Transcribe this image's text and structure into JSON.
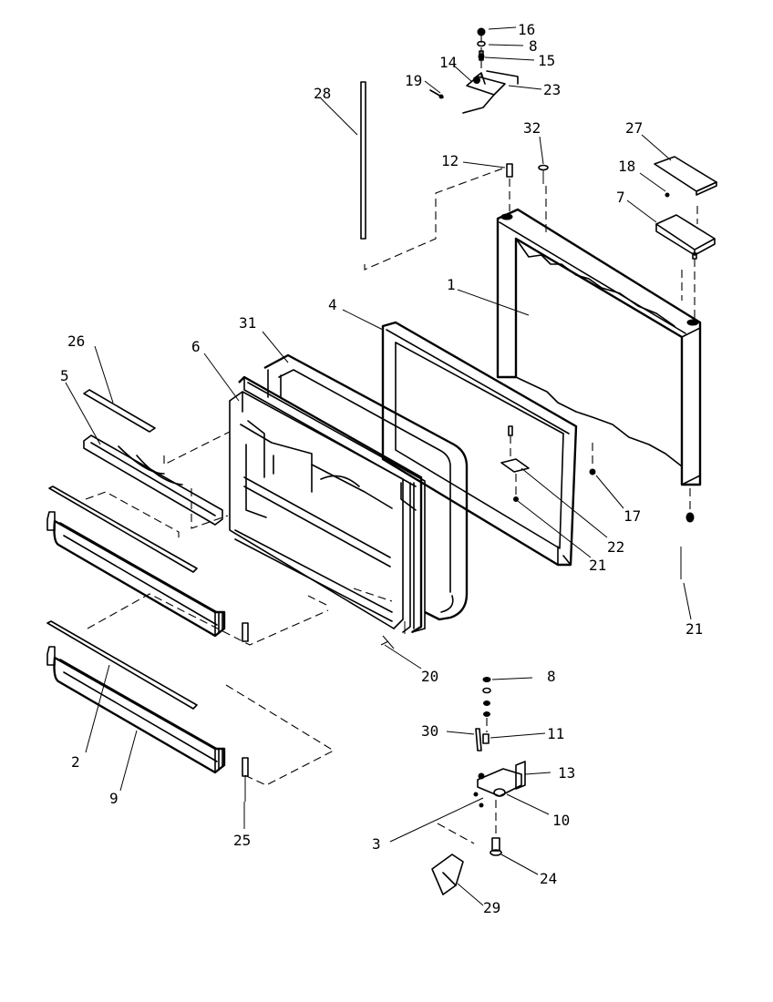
{
  "callouts": {
    "p1": "1",
    "p2": "2",
    "p3": "3",
    "p4": "4",
    "p5": "5",
    "p6": "6",
    "p7": "7",
    "p8a": "8",
    "p8b": "8",
    "p9": "9",
    "p10": "10",
    "p11": "11",
    "p12": "12",
    "p13": "13",
    "p14": "14",
    "p15": "15",
    "p16": "16",
    "p17": "17",
    "p18": "18",
    "p19": "19",
    "p20": "20",
    "p21a": "21",
    "p21b": "21",
    "p22": "22",
    "p23": "23",
    "p24": "24",
    "p25": "25",
    "p26": "26",
    "p27": "27",
    "p28": "28",
    "p29": "29",
    "p30": "30",
    "p31": "31",
    "p32": "32"
  },
  "colors": {
    "ink": "#000000",
    "paper": "#ffffff"
  }
}
